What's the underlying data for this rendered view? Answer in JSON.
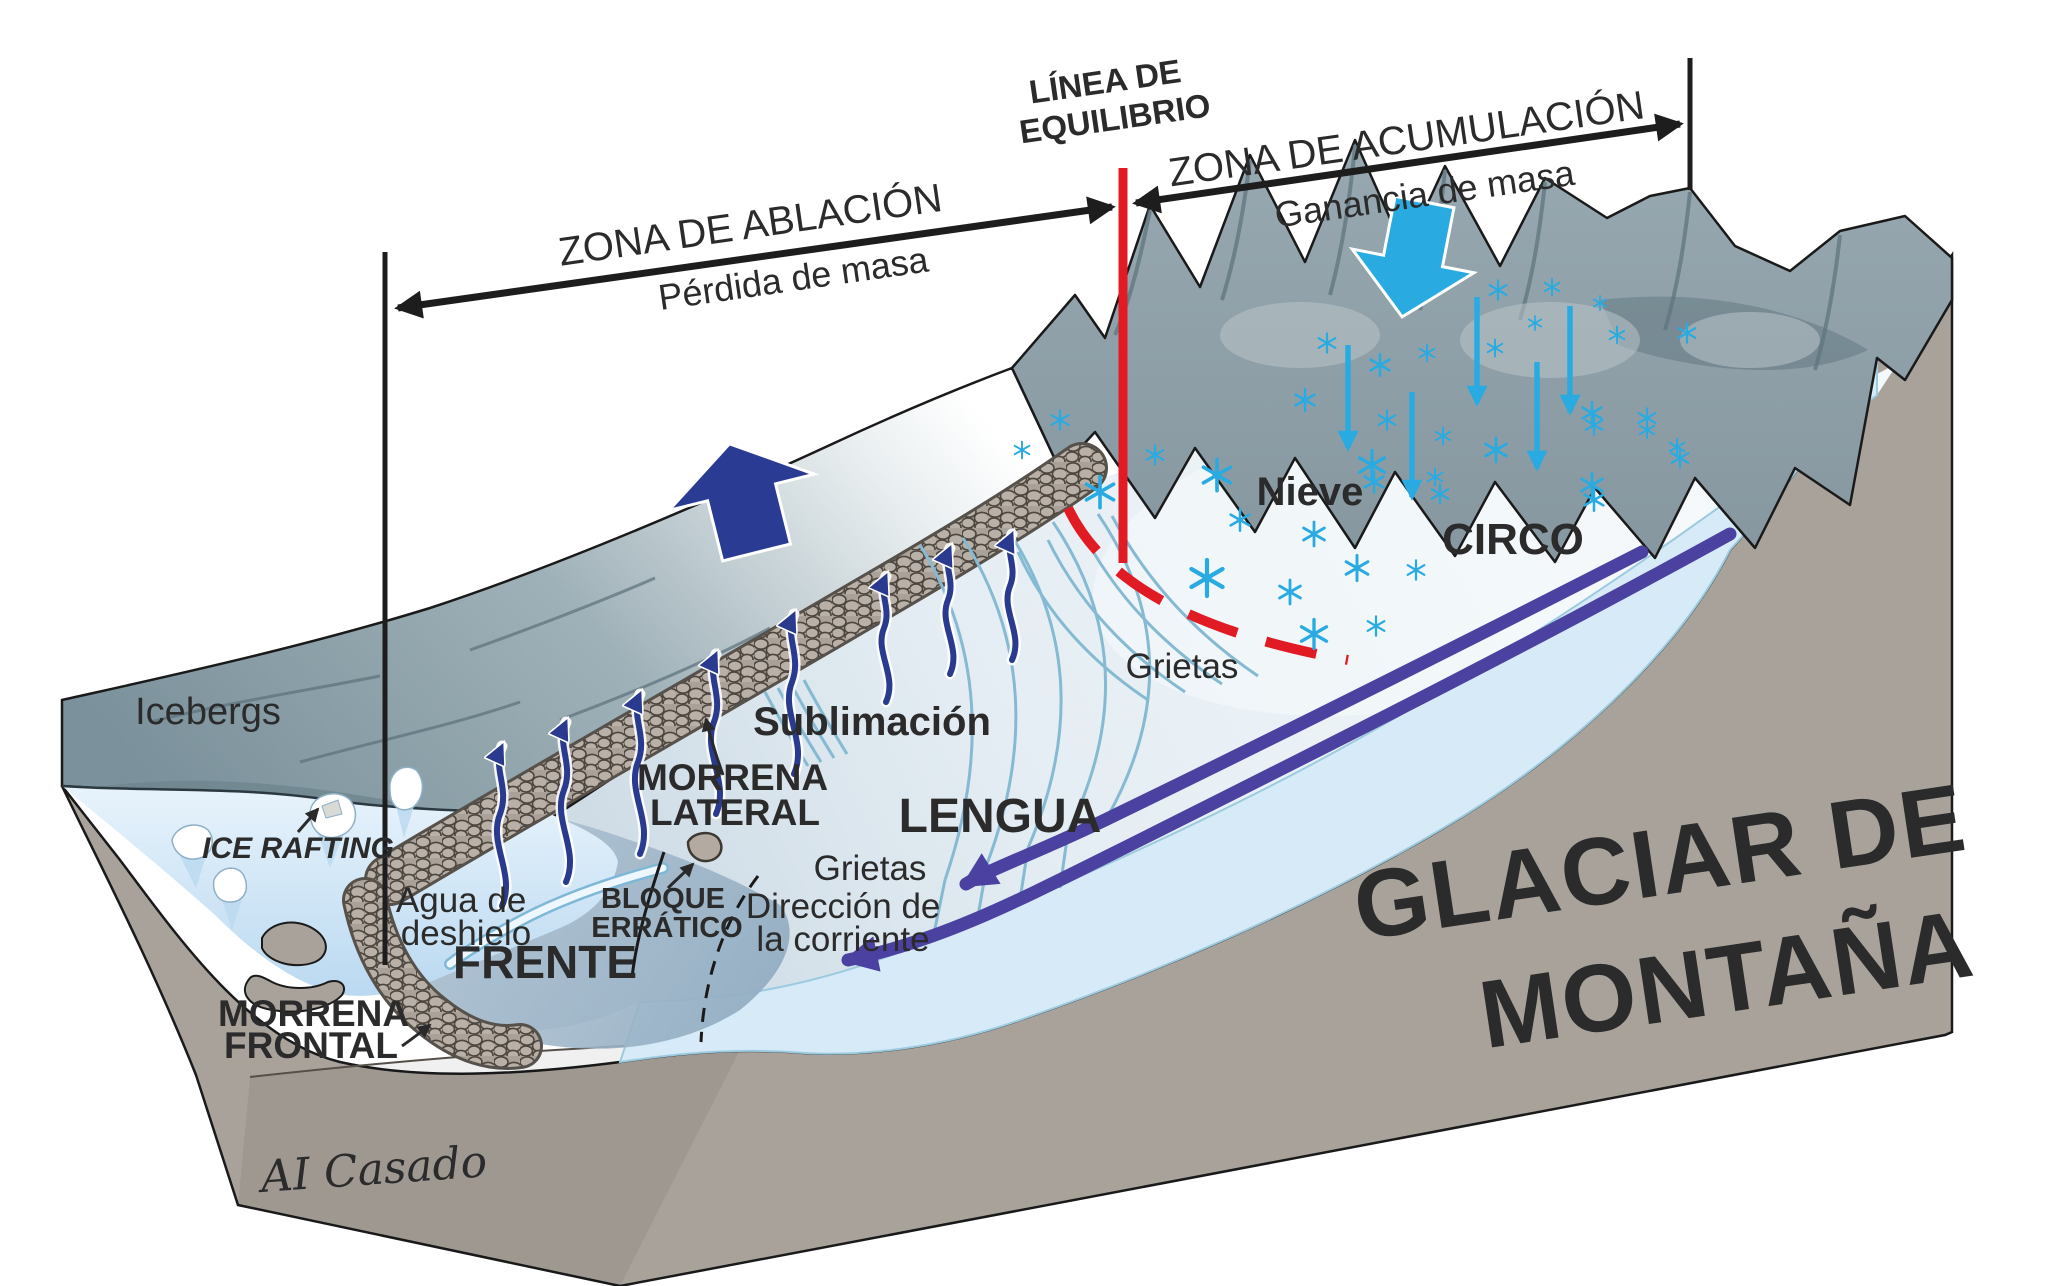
{
  "diagram_title": {
    "line1": "GLACIAR DE",
    "line2": "MONTAÑA"
  },
  "zones": {
    "ablation": {
      "name": "ZONA DE ABLACIÓN",
      "subtitle": "Pérdida de masa"
    },
    "equilibrium": {
      "line1": "LÍNEA DE",
      "line2": "EQUILIBRIO"
    },
    "accumulation": {
      "name": "ZONA DE ACUMULACIÓN",
      "subtitle": "Ganancia de masa"
    }
  },
  "features": {
    "snow": "Nieve",
    "cirque": "CIRCO",
    "crevasses_upper": "Grietas",
    "sublimation": "Sublimación",
    "lateral_moraine": [
      "MORRENA",
      "LATERAL"
    ],
    "tongue": "LENGUA",
    "crevasses_tongue": "Grietas",
    "icebergs": "Icebergs",
    "ice_rafting": "ICE RAFTING",
    "meltwater": [
      "Agua de",
      "deshielo"
    ],
    "erratic_block": [
      "BLOQUE",
      "ERRÁTICO"
    ],
    "flow_direction": [
      "Dirección de",
      "la corriente"
    ],
    "front": "FRENTE",
    "frontal_moraine": [
      "MORRENA",
      "FRONTAL"
    ]
  },
  "signature": "AI Casado",
  "colors": {
    "equilibrium_red": "#e11b23",
    "snow_cyan": "#29abe2",
    "sublimation_blue": "#2a3b8f",
    "flow_purple": "#4b41a0",
    "ground_gray": "#a9a29b",
    "rock_gray": "#b3aba1",
    "ice_light": "#edf3f8",
    "side_ice": "#d7eaf7",
    "water_blue": "#bedbf2",
    "mountain_gray": "#8ea0a9"
  }
}
